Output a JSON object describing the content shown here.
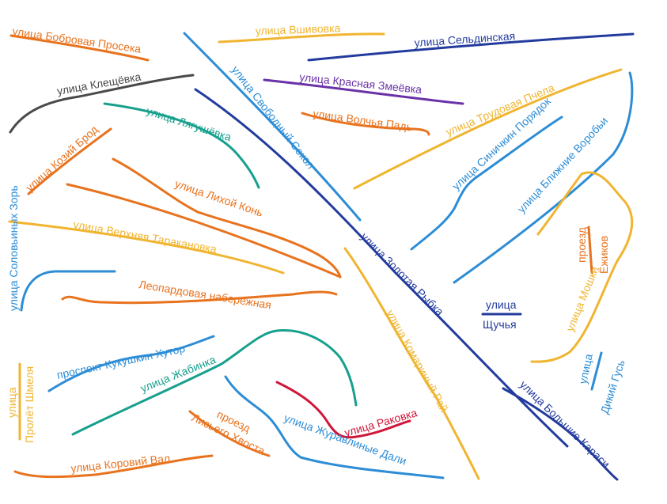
{
  "colors": {
    "orange": "#e8731f",
    "yellow": "#f0b530",
    "dark_blue": "#233b9e",
    "blue": "#2c8dd6",
    "teal": "#17a08d",
    "purple": "#6a32a8",
    "gray": "#4a4a4a",
    "red": "#d0173a"
  },
  "streets": [
    {
      "id": "bobrovaya-proseka",
      "name": "улица Бобровая Просека",
      "color": "orange"
    },
    {
      "id": "vshivovka",
      "name": "улица Вшивовка",
      "color": "yellow"
    },
    {
      "id": "seldinskaya",
      "name": "улица Сельдинская",
      "color": "dark_blue"
    },
    {
      "id": "kleshchevka",
      "name": "улица Клещёвка",
      "color": "gray"
    },
    {
      "id": "svobodny-sokol",
      "name": "улица Свободный Сокол",
      "color": "blue"
    },
    {
      "id": "krasnaya-zmeevka",
      "name": "улица Красная Змеёвка",
      "color": "purple"
    },
    {
      "id": "volchya-pad",
      "name": "улица Волчья Падь",
      "color": "orange"
    },
    {
      "id": "trudovaya-pchela",
      "name": "улица Трудовая Пчела",
      "color": "yellow"
    },
    {
      "id": "lyagushevka",
      "name": "улица Лягушёвка",
      "color": "teal"
    },
    {
      "id": "kozy-brod",
      "name": "улица Козий Брод",
      "color": "orange"
    },
    {
      "id": "sinichkin-poryadok",
      "name": "улица Синичкин Порядок",
      "color": "blue"
    },
    {
      "id": "blizhnie-vorobyi",
      "name": "улица Ближние Воробьи",
      "color": "blue"
    },
    {
      "id": "likhoy-kon",
      "name": "улица Лихой Конь",
      "color": "orange"
    },
    {
      "id": "verkhnyaya-tarakanovka",
      "name": "улица Верхняя Таракановка",
      "color": "yellow"
    },
    {
      "id": "zolotaya-rybka",
      "name": "улица Золотая Рыбка",
      "color": "dark_blue"
    },
    {
      "id": "ezhikov-1",
      "name": "проезд",
      "color": "orange"
    },
    {
      "id": "ezhikov-2",
      "name": "Ёжиков",
      "color": "orange"
    },
    {
      "id": "solovyinykh-zor",
      "name": "улица Соловьиных Зорь",
      "color": "blue"
    },
    {
      "id": "leopardovaya",
      "name": "Леопардовая набережная",
      "color": "orange"
    },
    {
      "id": "moshki",
      "name": "улица Мошки",
      "color": "yellow"
    },
    {
      "id": "shchuchya-1",
      "name": "улица",
      "color": "dark_blue"
    },
    {
      "id": "shchuchya-2",
      "name": "Щучья",
      "color": "dark_blue"
    },
    {
      "id": "kukushkin-khutor",
      "name": "проспект Кукушкин Хутор",
      "color": "blue"
    },
    {
      "id": "komariny-ray",
      "name": "улица Комариный Рай",
      "color": "yellow"
    },
    {
      "id": "zhabinka",
      "name": "улица Жабинка",
      "color": "teal"
    },
    {
      "id": "shmelya-1",
      "name": "улица",
      "color": "yellow"
    },
    {
      "id": "shmelya-2",
      "name": "Пролёт Шмеля",
      "color": "yellow"
    },
    {
      "id": "dikiy-gus-1",
      "name": "улица",
      "color": "blue"
    },
    {
      "id": "dikiy-gus-2",
      "name": "Дикий Гусь",
      "color": "blue"
    },
    {
      "id": "rakovka",
      "name": "улица Раковка",
      "color": "red"
    },
    {
      "id": "bolshie-karasi",
      "name": "улица Большие Караси",
      "color": "dark_blue"
    },
    {
      "id": "lisyego-1",
      "name": "проезд",
      "color": "orange"
    },
    {
      "id": "lisyego-2",
      "name": "Лисьего Хвоста",
      "color": "orange"
    },
    {
      "id": "zhuravlinye-dali",
      "name": "улица Журавлиные Дали",
      "color": "blue"
    },
    {
      "id": "koroviy-val",
      "name": "улица Коровий Вал",
      "color": "orange"
    }
  ]
}
